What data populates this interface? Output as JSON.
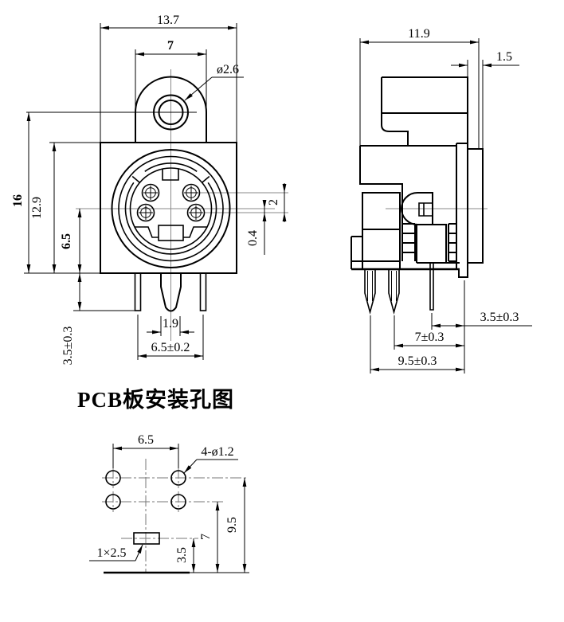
{
  "front_view": {
    "total_width": "13.7",
    "tab_width": "7",
    "hole_diameter": "ø2.6",
    "total_height": "16",
    "body_height": "12.9",
    "center_to_base": "6.5",
    "pin_length": "3.5±0.3",
    "shield_pin_width": "1.9",
    "pin_spacing": "6.5±0.2",
    "pin_row_spacing": "2",
    "center_offset": "0.4"
  },
  "side_view": {
    "total_depth": "11.9",
    "flange_thickness": "1.5",
    "shield_pin_to_edge": "3.5±0.3",
    "pin2_to_edge": "7±0.3",
    "pin1_to_edge": "9.5±0.3"
  },
  "pcb_view": {
    "title": "PCB板安装孔图",
    "hole_spacing": "6.5",
    "hole_callout": "4-ø1.2",
    "row1_to_base": "9.5",
    "row2_to_base": "7",
    "slot_to_base": "3.5",
    "slot_callout": "1×2.5"
  }
}
